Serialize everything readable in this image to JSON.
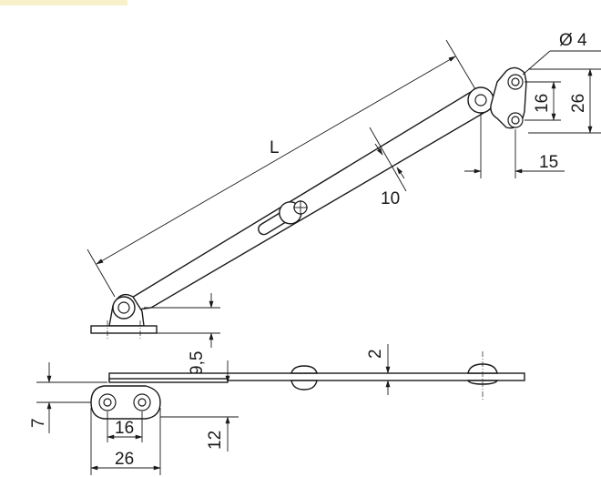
{
  "dimensions": {
    "length": "L",
    "hole_diameter": "Ø 4",
    "hole_spacing_upper": "16",
    "bracket_height_upper": "26",
    "offset_upper": "15",
    "arm_width": "10",
    "bracket_height_lower": "9,5",
    "thickness": "2",
    "base_offset": "7",
    "base_hole_spacing": "16",
    "base_width": "26",
    "base_depth": "12"
  },
  "colors": {
    "line": "#1a1a1a",
    "background": "#ffffff",
    "corner_tint": "#f7f0c8"
  }
}
